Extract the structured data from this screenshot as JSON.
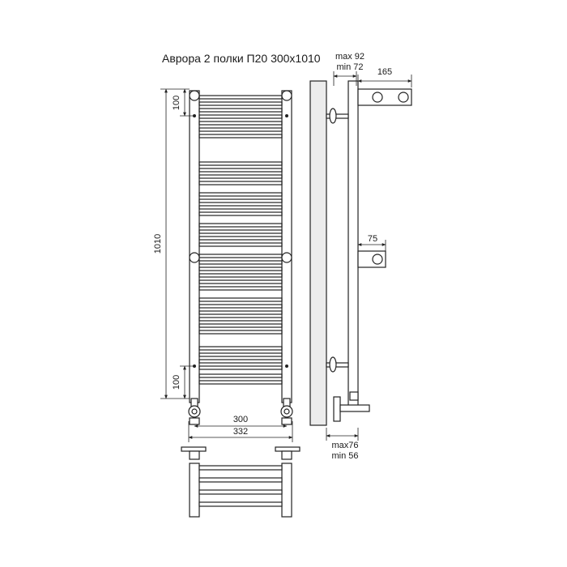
{
  "title": "Аврора 2 полки П20 300х1010",
  "front_view": {
    "dim_top_spacing": "100",
    "dim_height": "1010",
    "dim_bottom_spacing": "100",
    "dim_axis_width": "300",
    "dim_total_width": "332"
  },
  "side_view": {
    "dim_wall_gap_max": "max 92",
    "dim_wall_gap_min": "min 72",
    "dim_shelf_depth_top": "165",
    "dim_shelf_depth_mid": "75",
    "dim_bottom_gap_max": "max76",
    "dim_bottom_gap_min": "min 56"
  },
  "colors": {
    "line": "#222222",
    "wall_fill": "#ececec"
  }
}
